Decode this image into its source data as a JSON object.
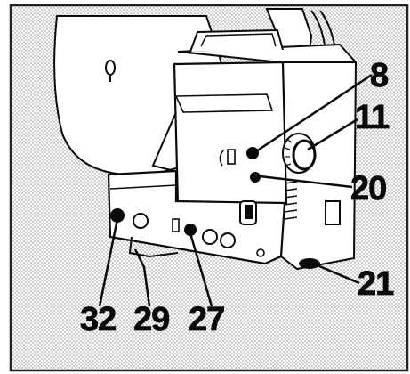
{
  "figure": {
    "callouts": {
      "c8": "8",
      "c11": "11",
      "c20": "20",
      "c21": "21",
      "c32": "32",
      "c29": "29",
      "c27": "27"
    },
    "colors": {
      "ink": "#0a0a0a",
      "paper": "#ffffff",
      "dot": "#8a8a8a",
      "frame": "#222222"
    },
    "icons": [
      "film-reel-icon",
      "projector-icon"
    ]
  }
}
